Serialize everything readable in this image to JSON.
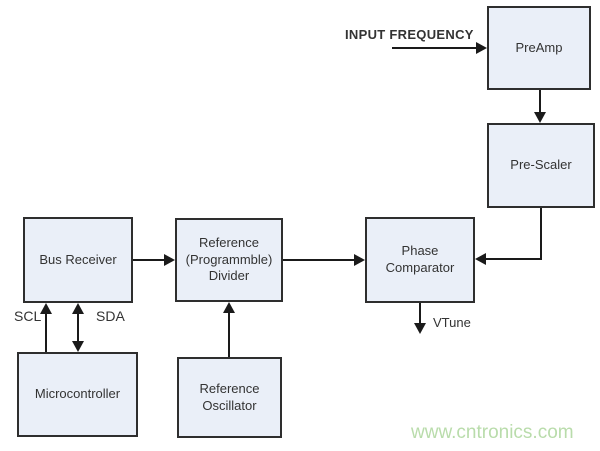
{
  "diagram": {
    "kind": "block-diagram",
    "blocks": {
      "preamp": {
        "line1": "PreAmp"
      },
      "prescaler": {
        "line1": "Pre-Scaler"
      },
      "bus_receiver": {
        "line1": "Bus Receiver"
      },
      "ref_divider": {
        "line1": "Reference",
        "line2": "(Programmble)",
        "line3": "Divider"
      },
      "phase_comparator": {
        "line1": "Phase",
        "line2": "Comparator"
      },
      "microcontroller": {
        "line1": "Microcontroller"
      },
      "ref_oscillator": {
        "line1": "Reference",
        "line2": "Oscillator"
      }
    },
    "labels": {
      "input_frequency": "INPUT FREQUENCY",
      "scl": "SCL",
      "sda": "SDA",
      "vtune": "VTune"
    },
    "watermark": {
      "text": "www.cntronics.com"
    },
    "colors": {
      "block_fill": "#eaeff8",
      "block_border": "#2e2e2e",
      "line": "#1a1a1a",
      "text": "#333333",
      "watermark": "#b9dcab"
    }
  }
}
